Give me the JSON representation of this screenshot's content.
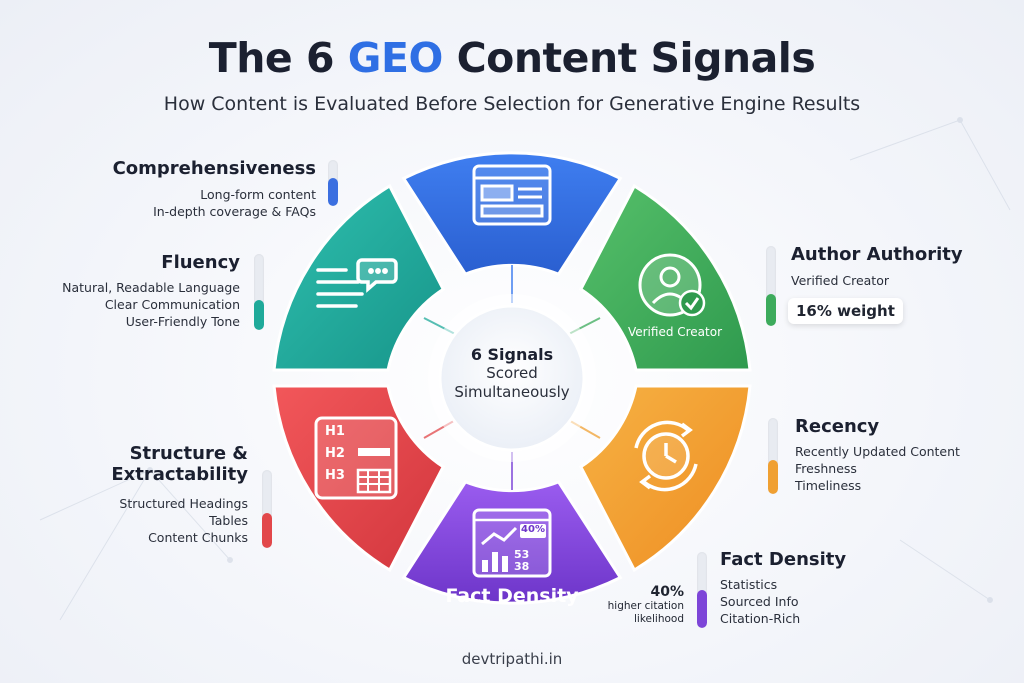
{
  "title": {
    "part1": "The 6 ",
    "highlight": "GEO",
    "part2": " Content Signals"
  },
  "subtitle": "How Content is Evaluated Before Selection for Generative Engine Results",
  "center": {
    "line1": "6 Signals",
    "line2": "Scored",
    "line3": "Simultaneously"
  },
  "segments": {
    "author_badge": "Verified Creator",
    "fact_density_label": "Fact Density",
    "fact_card_value1": "40%",
    "fact_card_value2": "53",
    "fact_card_value3": "38",
    "structure_h1": "H1",
    "structure_h2": "H2",
    "structure_h3": "H3"
  },
  "signals": {
    "comprehensiveness": {
      "title": "Comprehensiveness",
      "lines": [
        "Long-form content",
        "In-depth coverage & FAQs"
      ],
      "color": "#3b6fe0",
      "level": 0.6
    },
    "fluency": {
      "title": "Fluency",
      "lines": [
        "Natural, Readable Language",
        "Clear Communication",
        "User-Friendly Tone"
      ],
      "color": "#1faa9a",
      "level": 0.4
    },
    "structure": {
      "title_line1": "Structure &",
      "title_line2": "Extractability",
      "lines": [
        "Structured Headings",
        "Tables",
        "Content Chunks"
      ],
      "color": "#e2474a",
      "level": 0.45
    },
    "author": {
      "title": "Author Authority",
      "lines": [
        "Verified Creator"
      ],
      "weight": "16% weight",
      "color": "#3dab5c",
      "level": 0.4
    },
    "recency": {
      "title": "Recency",
      "lines": [
        "Recently Updated Content",
        "Freshness",
        "Timeliness"
      ],
      "color": "#f0a032",
      "level": 0.45
    },
    "fact": {
      "title": "Fact Density",
      "lines": [
        "Statistics",
        "Sourced Info",
        "Citation-Rich"
      ],
      "stat": "40%",
      "stat_lines": [
        "higher citation",
        "likelihood"
      ],
      "color": "#7d45d8",
      "level": 0.5
    }
  },
  "footer": "devtripathi.in"
}
